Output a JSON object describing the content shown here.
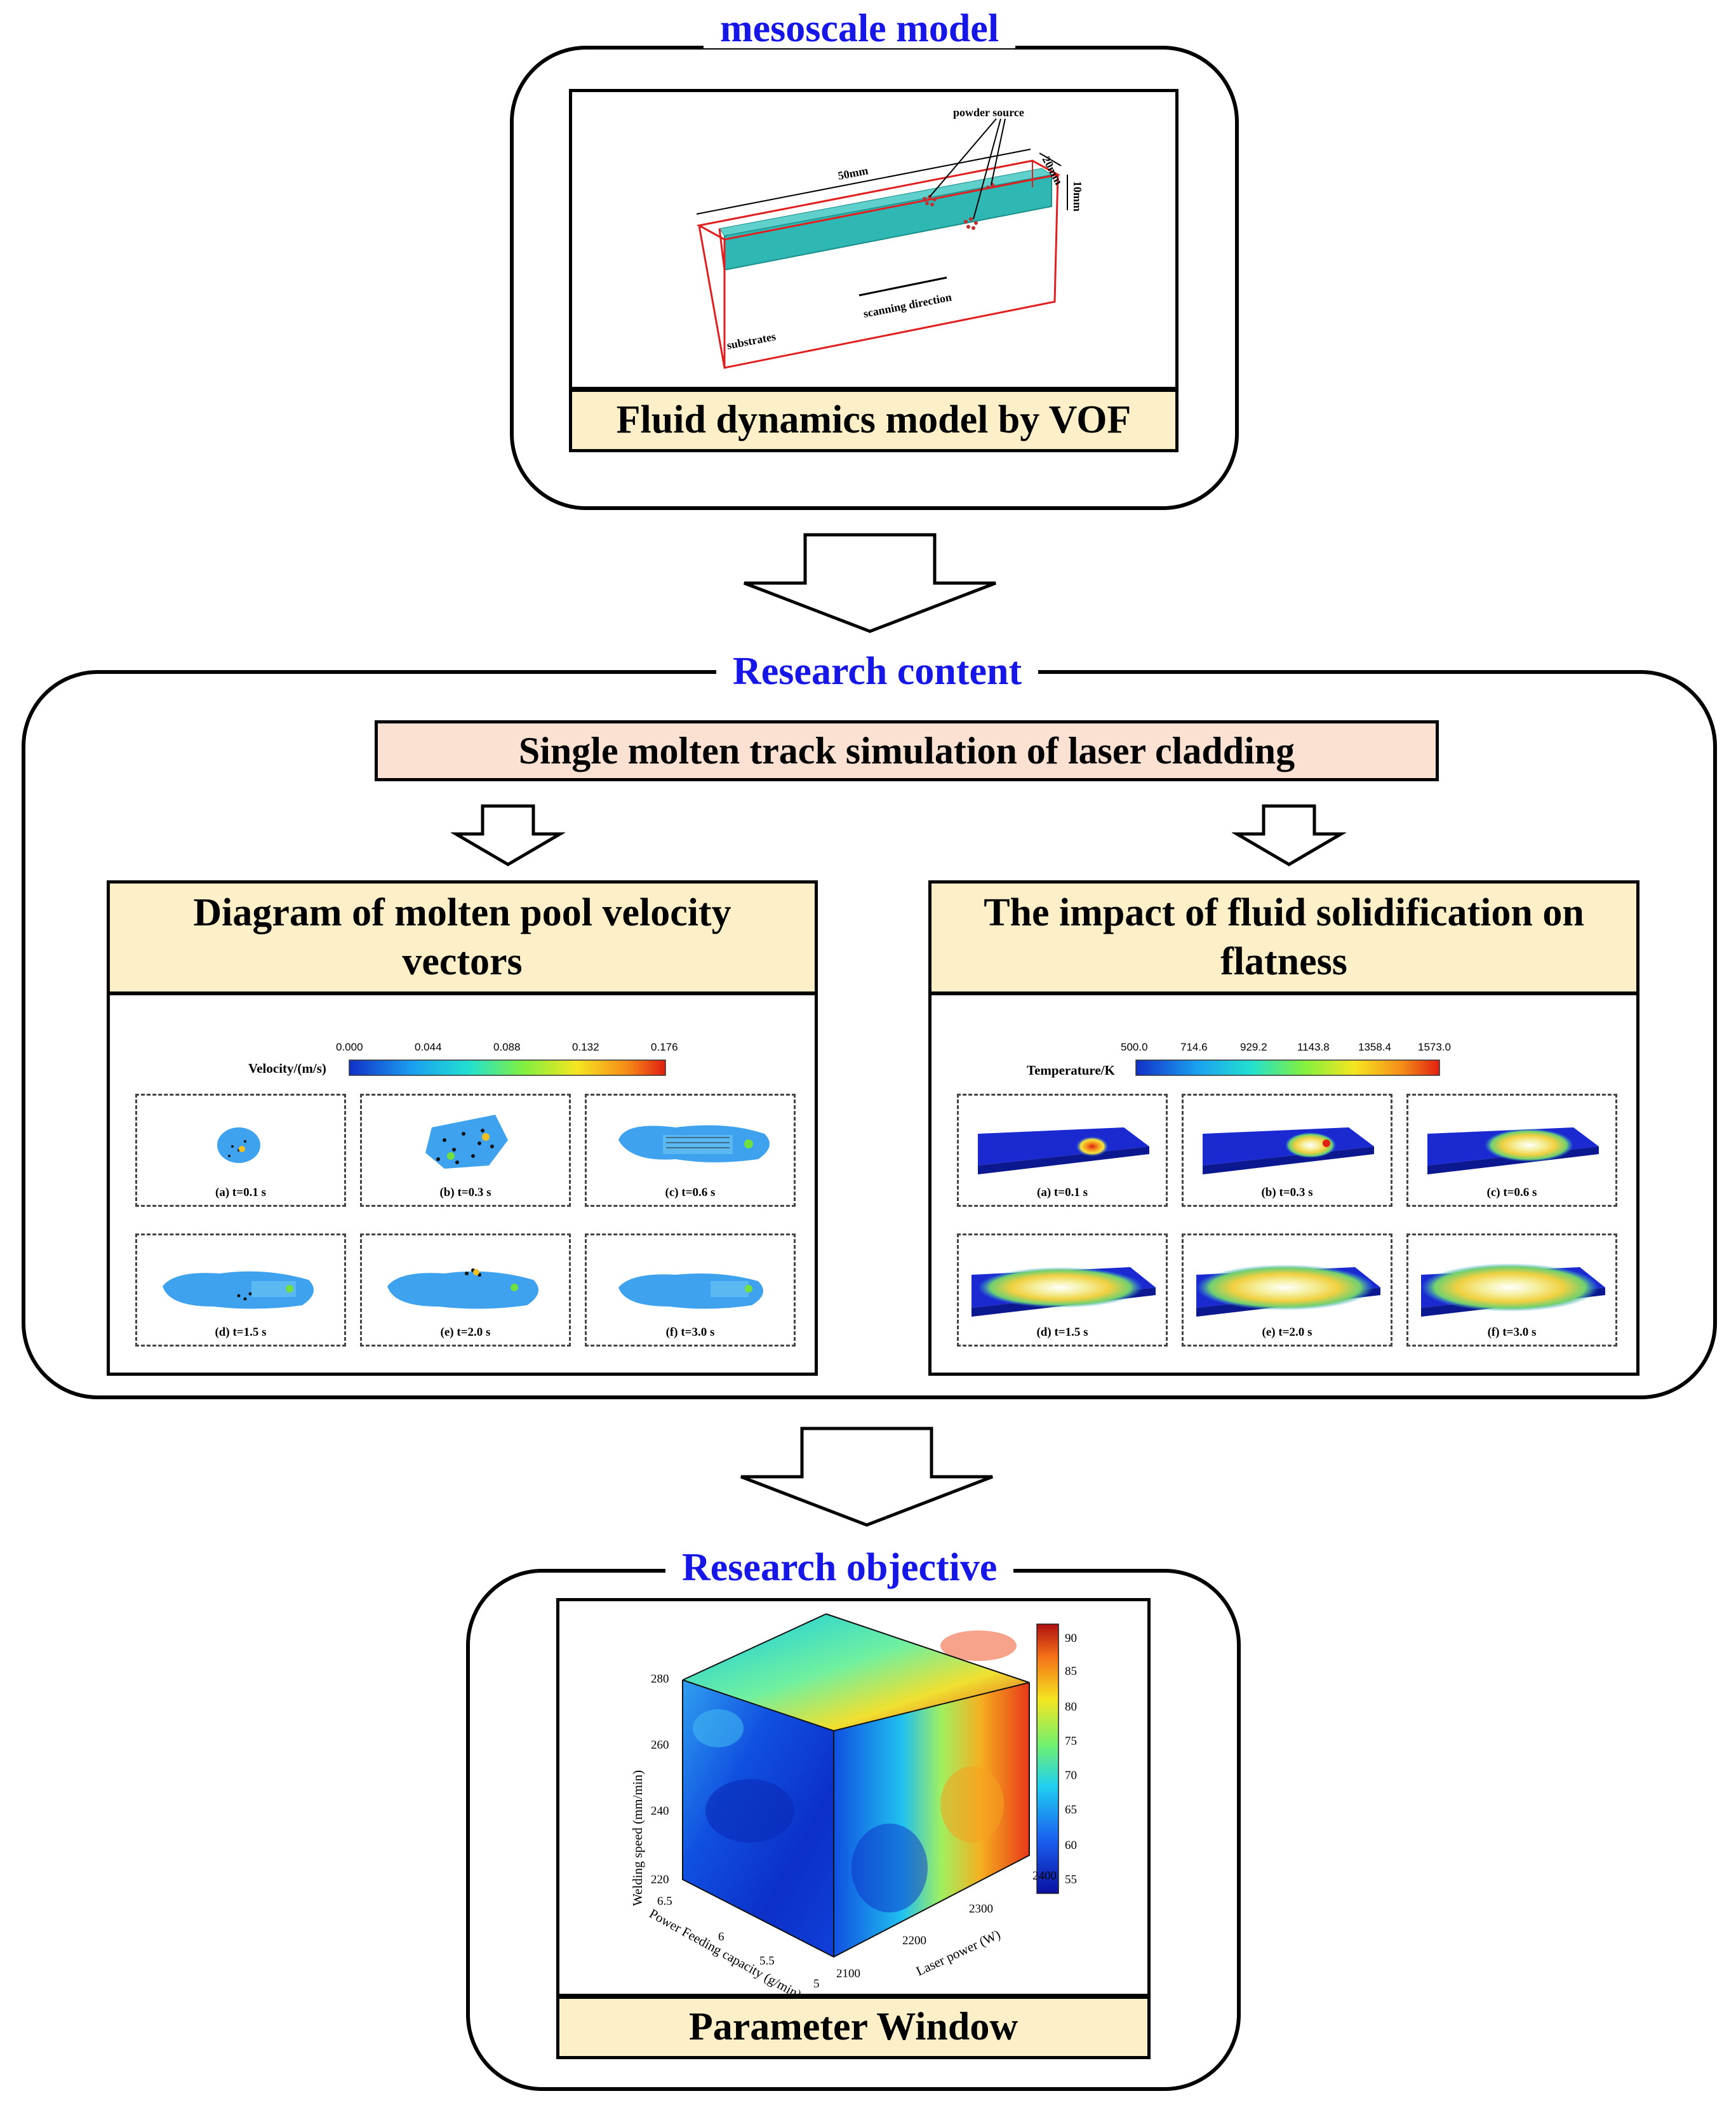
{
  "mesoscale": {
    "title": "mesoscale model",
    "caption": "Fluid dynamics model by VOF",
    "labels": {
      "powder_source": "powder source",
      "len50": "50mm",
      "len20": "20mm",
      "len10": "10mm",
      "scanning": "scanning direction",
      "substrates": "substrates"
    }
  },
  "research_content": {
    "title": "Research content",
    "banner": "Single molten track simulation of laser cladding",
    "left": {
      "caption": "Diagram of molten pool velocity vectors",
      "colorbar_title": "Velocity/(m/s)",
      "colorbar_ticks": [
        "0.000",
        "0.044",
        "0.088",
        "0.132",
        "0.176"
      ],
      "panels": [
        "(a) t=0.1 s",
        "(b) t=0.3 s",
        "(c) t=0.6 s",
        "(d) t=1.5 s",
        "(e) t=2.0 s",
        "(f) t=3.0 s"
      ]
    },
    "right": {
      "caption": "The impact of fluid solidification on flatness",
      "colorbar_title": "Temperature/K",
      "colorbar_ticks": [
        "500.0",
        "714.6",
        "929.2",
        "1143.8",
        "1358.4",
        "1573.0"
      ],
      "panels": [
        "(a) t=0.1 s",
        "(b) t=0.3 s",
        "(c) t=0.6 s",
        "(d) t=1.5 s",
        "(e) t=2.0 s",
        "(f) t=3.0 s"
      ]
    }
  },
  "research_objective": {
    "title": "Research objective",
    "caption": "Parameter Window",
    "plot": {
      "z_label": "Welding speed (mm/min)",
      "z_ticks": [
        "220",
        "240",
        "260",
        "280"
      ],
      "y_label": "Power Feeding capacity (g/min)",
      "y_ticks": [
        "6.5",
        "6",
        "5.5",
        "5"
      ],
      "x_label": "Laser power (W)",
      "x_ticks": [
        "2100",
        "2200",
        "2300",
        "2400"
      ],
      "colorbar_ticks": [
        "90",
        "85",
        "80",
        "75",
        "70",
        "65",
        "60",
        "55"
      ]
    }
  },
  "colors": {
    "title_blue": "#1616e6",
    "caption_fill": "#fdf0c9",
    "banner_fill": "#fae1d2",
    "substrate_teal": "#2fb8b3"
  }
}
